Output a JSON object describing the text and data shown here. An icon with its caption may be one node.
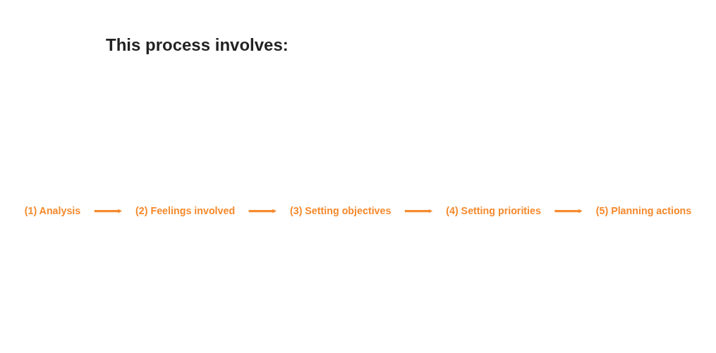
{
  "diagram": {
    "title": "This process involves:",
    "nodes": [
      {
        "text": [
          "(1) Analysis"
        ]
      },
      {
        "text": [
          "(2) Feelings involved"
        ]
      },
      {
        "text": [
          "(3) Setting objectives"
        ]
      },
      {
        "text": [
          "(4) Setting priorities"
        ]
      },
      {
        "text": [
          "(5) Planning actions"
        ]
      }
    ],
    "edges": [
      {
        "from": 0,
        "to": 1,
        "arrow": "to"
      },
      {
        "from": 1,
        "to": 2,
        "arrow": "to"
      },
      {
        "from": 2,
        "to": 3,
        "arrow": "to"
      },
      {
        "from": 3,
        "to": 4,
        "arrow": "to"
      }
    ]
  }
}
